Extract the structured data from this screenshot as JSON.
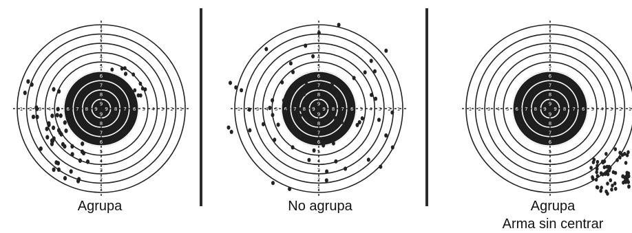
{
  "panels": [
    {
      "caption_line1": "Agrupa",
      "caption_line2": "",
      "pattern": "grouped-lower-left"
    },
    {
      "caption_line1": "No agrupa",
      "caption_line2": "",
      "pattern": "scattered"
    },
    {
      "caption_line1": "Agrupa",
      "caption_line2": "Arma sin centrar",
      "pattern": "grouped-lower-right-offset"
    }
  ],
  "target": {
    "ring_numbers": [
      "1",
      "2",
      "3",
      "4",
      "5",
      "6",
      "7",
      "8",
      "9"
    ],
    "colors": {
      "ink": "#222222",
      "bullseye": "#1e1e1e",
      "paper": "#ffffff"
    }
  }
}
